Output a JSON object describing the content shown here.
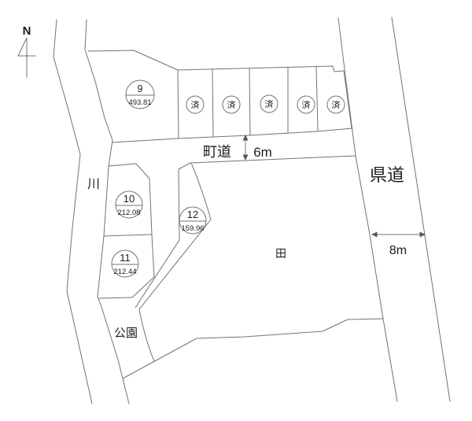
{
  "compass": {
    "north_label": "N"
  },
  "labels": {
    "river": "川",
    "town_road": "町道",
    "town_road_width": "6m",
    "prefectural_road": "県道",
    "prefectural_road_width": "8m",
    "rice_field": "田",
    "park": "公園"
  },
  "lots": [
    {
      "number": "9",
      "area": "493.81"
    },
    {
      "number": "10",
      "area": "212.08"
    },
    {
      "number": "11",
      "area": "212.44"
    },
    {
      "number": "12",
      "area": "159.96"
    }
  ],
  "sold_lots": [
    {
      "label": "済"
    },
    {
      "label": "済"
    },
    {
      "label": "済"
    },
    {
      "label": "済"
    },
    {
      "label": "済"
    }
  ],
  "colors": {
    "line": "#737373",
    "text": "#1c1c1c",
    "background": "#ffffff"
  }
}
